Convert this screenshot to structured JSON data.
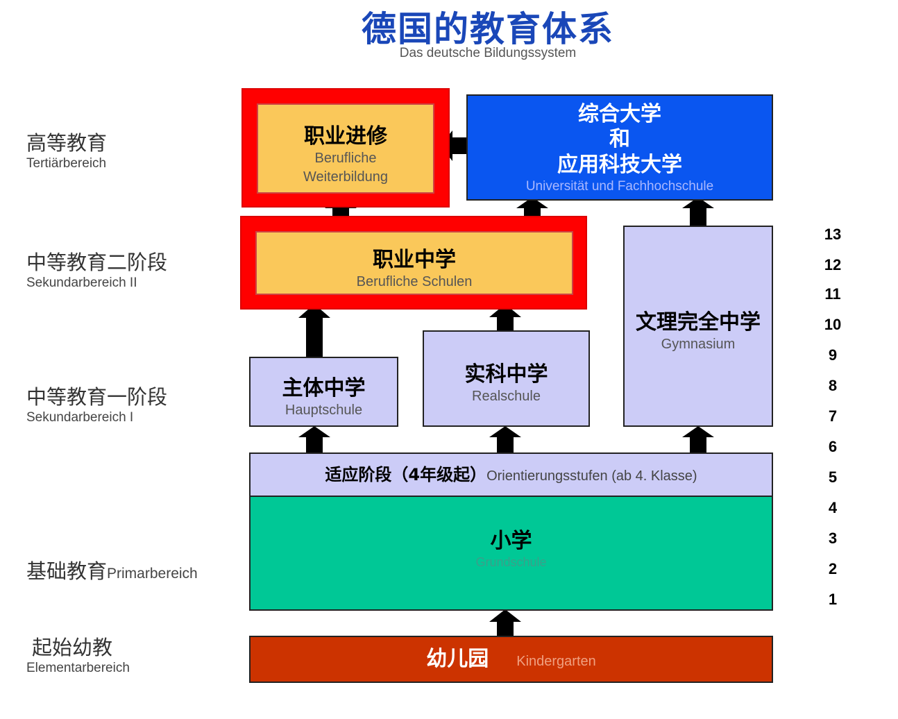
{
  "header": {
    "title": "德国的教育体系",
    "subtitle": "Das deutsche Bildungssystem"
  },
  "levels": [
    {
      "zh": "高等教育",
      "de": "Tertiärbereich"
    },
    {
      "zh": "中等教育二阶段",
      "de": "Sekundarbereich II"
    },
    {
      "zh": "中等教育一阶段",
      "de": "Sekundarbereich I"
    },
    {
      "zh": "基础教育",
      "de": "Primarbereich"
    },
    {
      "zh": "起始幼教",
      "de": "Elementarbereich"
    }
  ],
  "boxes": {
    "weiterbildung": {
      "zh": "职业进修",
      "de1": "Berufliche",
      "de2": "Weiterbildung"
    },
    "universitaet": {
      "zh1": "综合大学",
      "zh2": "和",
      "zh3": "应用科技大学",
      "de": "Universität und Fachhochschule"
    },
    "berufsschule": {
      "zh": "职业中学",
      "de": "Berufliche Schulen"
    },
    "gymnasium": {
      "zh": "文理完全中学",
      "de": "Gymnasium"
    },
    "hauptschule": {
      "zh": "主体中学",
      "de": "Hauptschule"
    },
    "realschule": {
      "zh": "实科中学",
      "de": "Realschule"
    },
    "orientierung": {
      "zh": "适应阶段（4年级起）",
      "de": "Orientierungsstufen (ab 4. Klasse)"
    },
    "grundschule": {
      "zh": "小学",
      "de": "Grundschule"
    },
    "kindergarten": {
      "zh": "幼儿园",
      "de": "Kindergarten"
    }
  },
  "grades": [
    "13",
    "12",
    "11",
    "10",
    "9",
    "8",
    "7",
    "6",
    "5",
    "4",
    "3",
    "2",
    "1"
  ],
  "colors": {
    "title_blue": "#1a47b8",
    "highlight_red": "#ff0000",
    "orange_fill": "#fac85a",
    "university_blue": "#0a56f0",
    "lavender": "#ccccf7",
    "primary_green": "#00c896",
    "kindergarten_red": "#cc3300"
  }
}
